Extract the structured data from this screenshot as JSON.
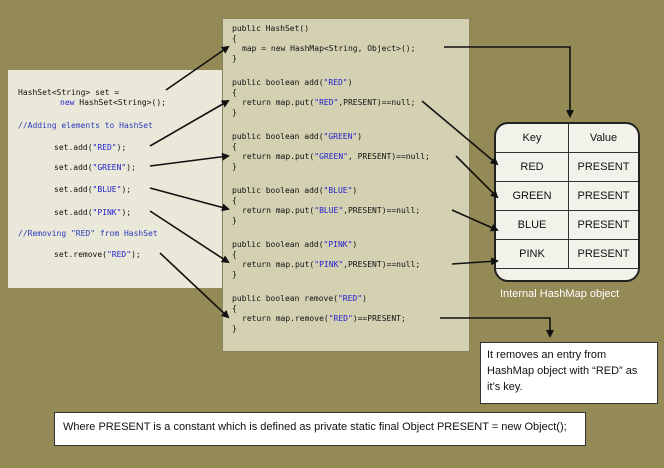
{
  "left_code": {
    "line1": "HashSet<String> set =",
    "line2": "new HashSet<String>();",
    "comment_add": "//Adding elements to HashSet",
    "add_red": [
      "set.add(",
      "\"RED\"",
      ");"
    ],
    "add_green": [
      "set.add(",
      "\"GREEN\"",
      ");"
    ],
    "add_blue": [
      "set.add(",
      "\"BLUE\"",
      ");"
    ],
    "add_pink": [
      "set.add(",
      "\"PINK\"",
      ");"
    ],
    "comment_remove": "//Removing \"RED\" from HashSet",
    "remove_red": [
      "set.remove(",
      "\"RED\"",
      ");"
    ]
  },
  "right_code": {
    "ctor": {
      "sig": "public HashSet()",
      "open": "{",
      "body": "map = new HashMap<String, Object>();",
      "close": "}"
    },
    "add_red": {
      "sig": [
        "public boolean add(",
        "\"RED\"",
        ")"
      ],
      "open": "{",
      "body": [
        "return map.put(",
        "\"RED\"",
        ",PRESENT)==null;"
      ],
      "close": "}"
    },
    "add_green": {
      "sig": [
        "public boolean add(",
        "\"GREEN\"",
        ")"
      ],
      "open": "{",
      "body": [
        "return map.put(",
        "\"GREEN\"",
        ", PRESENT)==null;"
      ],
      "close": "}"
    },
    "add_blue": {
      "sig": [
        "public boolean add(",
        "\"BLUE\"",
        ")"
      ],
      "open": "{",
      "body": [
        "return map.put(",
        "\"BLUE\"",
        ",PRESENT)==null;"
      ],
      "close": "}"
    },
    "add_pink": {
      "sig": [
        "public boolean add(",
        "\"PINK\"",
        ")"
      ],
      "open": "{",
      "body": [
        "return map.put(",
        "\"PINK\"",
        ",PRESENT)==null;"
      ],
      "close": "}"
    },
    "remove_red": {
      "sig": [
        "public boolean remove(",
        "\"RED\"",
        ")"
      ],
      "open": "{",
      "body": [
        "return map.remove(",
        "\"RED\"",
        ")==PRESENT;"
      ],
      "close": "}"
    }
  },
  "map_table": {
    "headers": [
      "Key",
      "Value"
    ],
    "rows": [
      [
        "RED",
        "PRESENT"
      ],
      [
        "GREEN",
        "PRESENT"
      ],
      [
        "BLUE",
        "PRESENT"
      ],
      [
        "PINK",
        "PRESENT"
      ]
    ]
  },
  "map_caption": "Internal HashMap object",
  "note": "It removes an entry from HashMap object with “RED” as it’s key.",
  "footer": "Where PRESENT is a constant which is defined as private static final Object PRESENT = new Object();",
  "colors": {
    "background": "#948a55",
    "left_panel": "#eae8d8",
    "right_panel": "#d4d0b2",
    "string": "#2222cc",
    "comment": "#2a3bbf"
  }
}
